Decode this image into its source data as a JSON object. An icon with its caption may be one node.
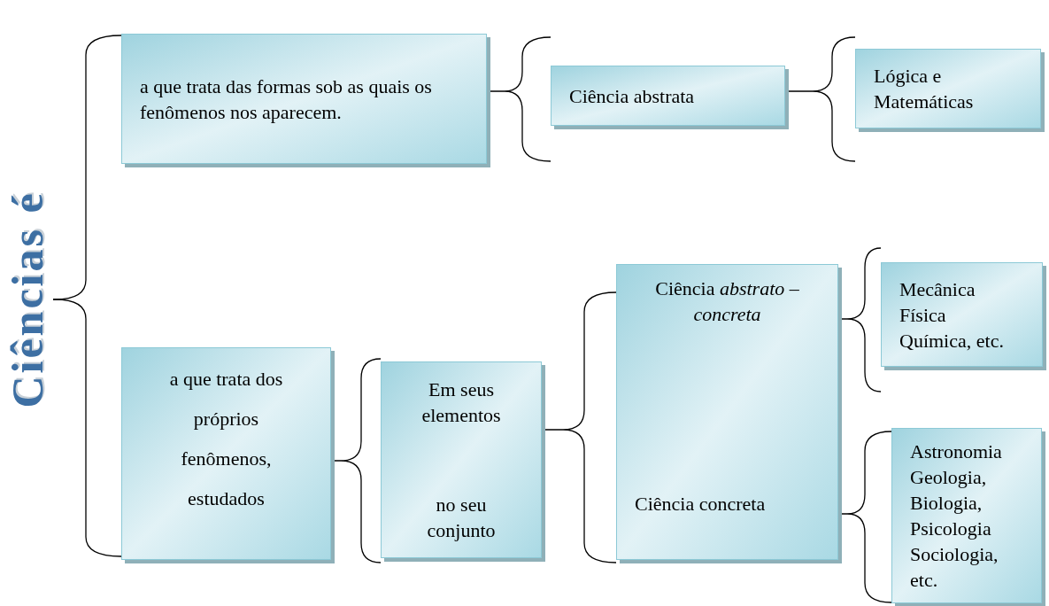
{
  "diagram": {
    "nodes": [
      {
        "text": [
          "Ciências é"
        ]
      },
      {
        "text": [
          "a que trata das formas sob as quais os fenômenos nos aparecem."
        ]
      },
      {
        "text": [
          "Ciência abstrata"
        ]
      },
      {
        "text": [
          "Lógica e Matemáticas"
        ]
      },
      {
        "text": [
          "a que trata dos próprios fenômenos, estudados"
        ]
      },
      {
        "text": [
          "Em seus elementos",
          "no seu conjunto"
        ]
      },
      {
        "text": [
          "Ciência *abstrato – concreta*",
          "Ciência concreta"
        ]
      },
      {
        "text": [
          "Mecânica Física Química, etc."
        ]
      },
      {
        "text": [
          "Astronomia Geologia, Biologia, Psicologia Sociologia, etc."
        ]
      }
    ],
    "edges": [
      {
        "from": 0,
        "to": 1,
        "arrow": "none"
      },
      {
        "from": 0,
        "to": 4,
        "arrow": "none"
      },
      {
        "from": 1,
        "to": 2,
        "arrow": "none"
      },
      {
        "from": 2,
        "to": 3,
        "arrow": "none"
      },
      {
        "from": 4,
        "to": 5,
        "arrow": "none"
      },
      {
        "from": 5,
        "to": 6,
        "arrow": "none"
      },
      {
        "from": 6,
        "to": 7,
        "arrow": "none"
      },
      {
        "from": 6,
        "to": 8,
        "arrow": "none"
      }
    ]
  }
}
